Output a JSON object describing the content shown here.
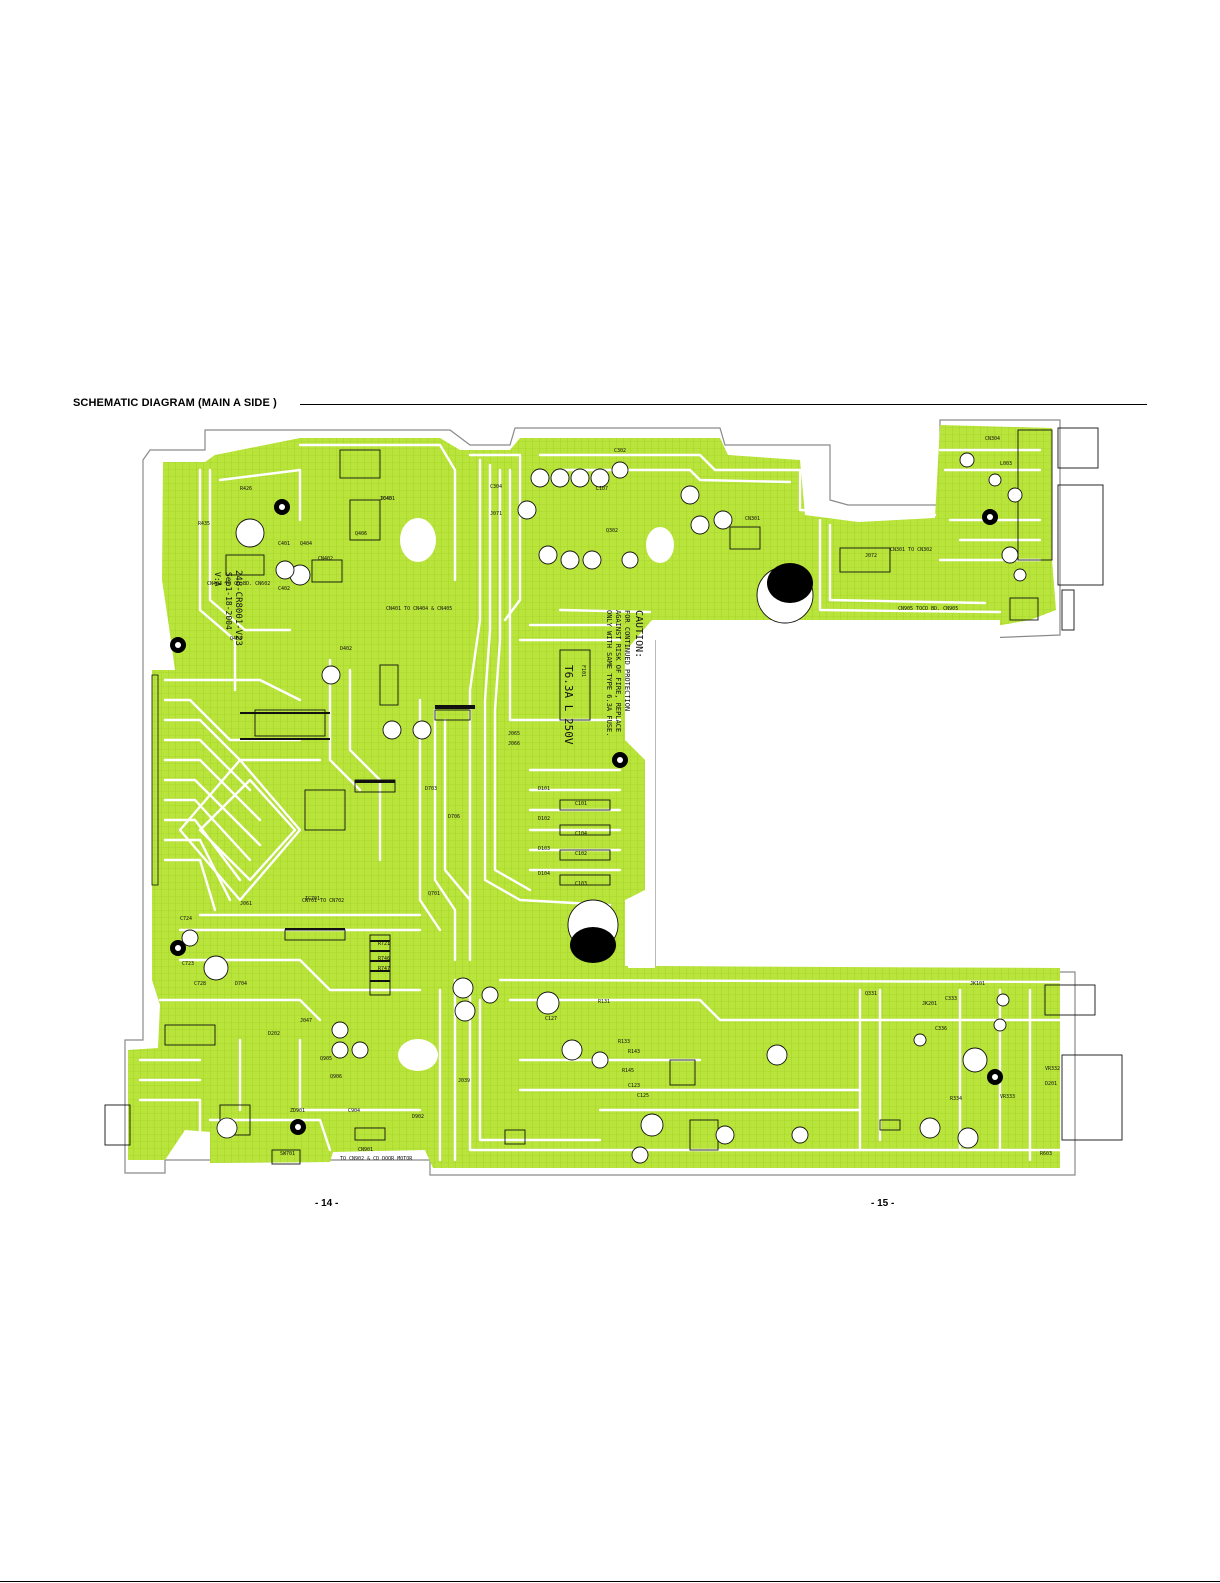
{
  "header": {
    "title": "SCHEMATIC DIAGRAM (MAIN A SIDE )"
  },
  "pages": {
    "left": "- 14 -",
    "right": "- 15 -"
  },
  "board": {
    "part_no": "248-CR8001-V23",
    "date": "Sep1-18-2004",
    "version": "V:A",
    "caution_heading": "CAUTION:",
    "caution_lines": [
      "FOR CONTINUED PROTECTION",
      "AGAINST RISK OF FIRE, REPLACE",
      "ONLY WITH SAME TYPE 6.3A FUSE."
    ],
    "fuse_rating": "T6.3A L 250V",
    "fuse_ref": "F101",
    "connector_labels": [
      "CN403 TO CD BD. CN602",
      "CN401 TO CN404 & CN405",
      "CN301 TO CN302",
      "CN905 TOCD BD. CN905",
      "CN701 TO CN702",
      "TO CN902 & CD DOOR MOTOR",
      "CN901"
    ],
    "part_labels": [
      "IC401",
      "IC701",
      "R435",
      "R426",
      "C402",
      "C401",
      "Q403",
      "Q404",
      "Q406",
      "D402",
      "CN402",
      "D703",
      "D704",
      "Q701",
      "R721",
      "R746",
      "R747",
      "J065",
      "J066",
      "D101",
      "D102",
      "D103",
      "D104",
      "C101",
      "C102",
      "C103",
      "C104",
      "C724",
      "C723",
      "C728",
      "D706",
      "SW701",
      "ZD901",
      "C904",
      "D902",
      "Q905",
      "Q906",
      "J039",
      "R131",
      "R133",
      "R143",
      "R145",
      "C123",
      "C125",
      "C127",
      "L107",
      "Q302",
      "C302",
      "C304",
      "J071",
      "J072",
      "CN301",
      "CN304",
      "L003",
      "R603",
      "JK101",
      "JK201",
      "C333",
      "C336",
      "Q331",
      "R334",
      "VR333",
      "VR332",
      "D201",
      "D202",
      "J061",
      "J047",
      "J045"
    ]
  }
}
